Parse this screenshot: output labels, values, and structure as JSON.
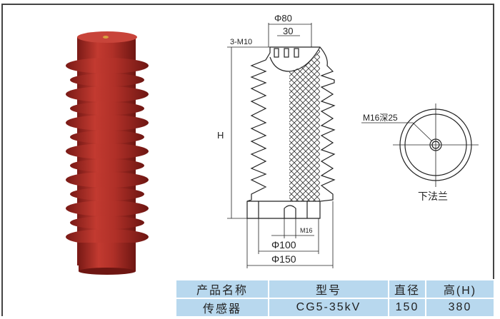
{
  "drawing": {
    "dim_phi80": "Φ80",
    "dim_30": "30",
    "dim_3m10": "3-M10",
    "dim_h": "H",
    "dim_m16": "M16",
    "dim_phi100": "Φ100",
    "dim_phi150": "Φ150",
    "flange_hole": "M16深25",
    "flange_label": "下法兰"
  },
  "table": {
    "headers": [
      "产品名称",
      "型号",
      "直径",
      "高(H)"
    ],
    "row": [
      "传感器",
      "CG5-35kV",
      "150",
      "380"
    ],
    "header_color": "#b8d8ee"
  },
  "colors": {
    "insulator": "#b03028",
    "insulator_dark": "#7a1a16"
  }
}
